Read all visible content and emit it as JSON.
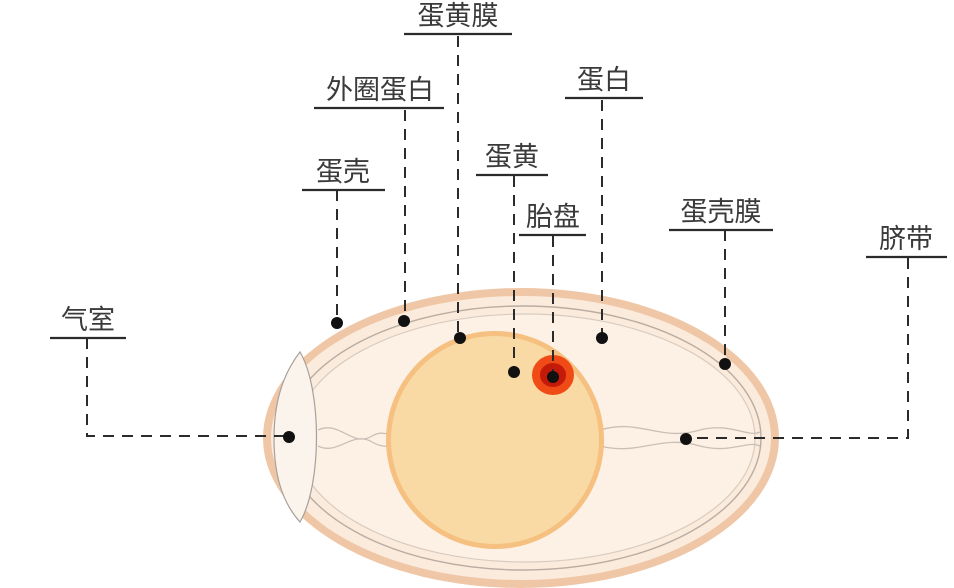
{
  "labels": {
    "yolk_membrane": "蛋黄膜",
    "outer_albumen": "外圈蛋白",
    "albumen": "蛋白",
    "shell": "蛋壳",
    "yolk": "蛋黄",
    "germinal_disc": "胎盘",
    "shell_membrane": "蛋壳膜",
    "chalaza": "脐带",
    "air_cell": "气室"
  },
  "colors": {
    "shell": "#e9b996",
    "albumen": "#fdeee0",
    "yolk": "#f9d9a2",
    "yolk_edge": "#f2b670",
    "germinal_disc": "#f04a16",
    "line": "#2b2b2b"
  }
}
